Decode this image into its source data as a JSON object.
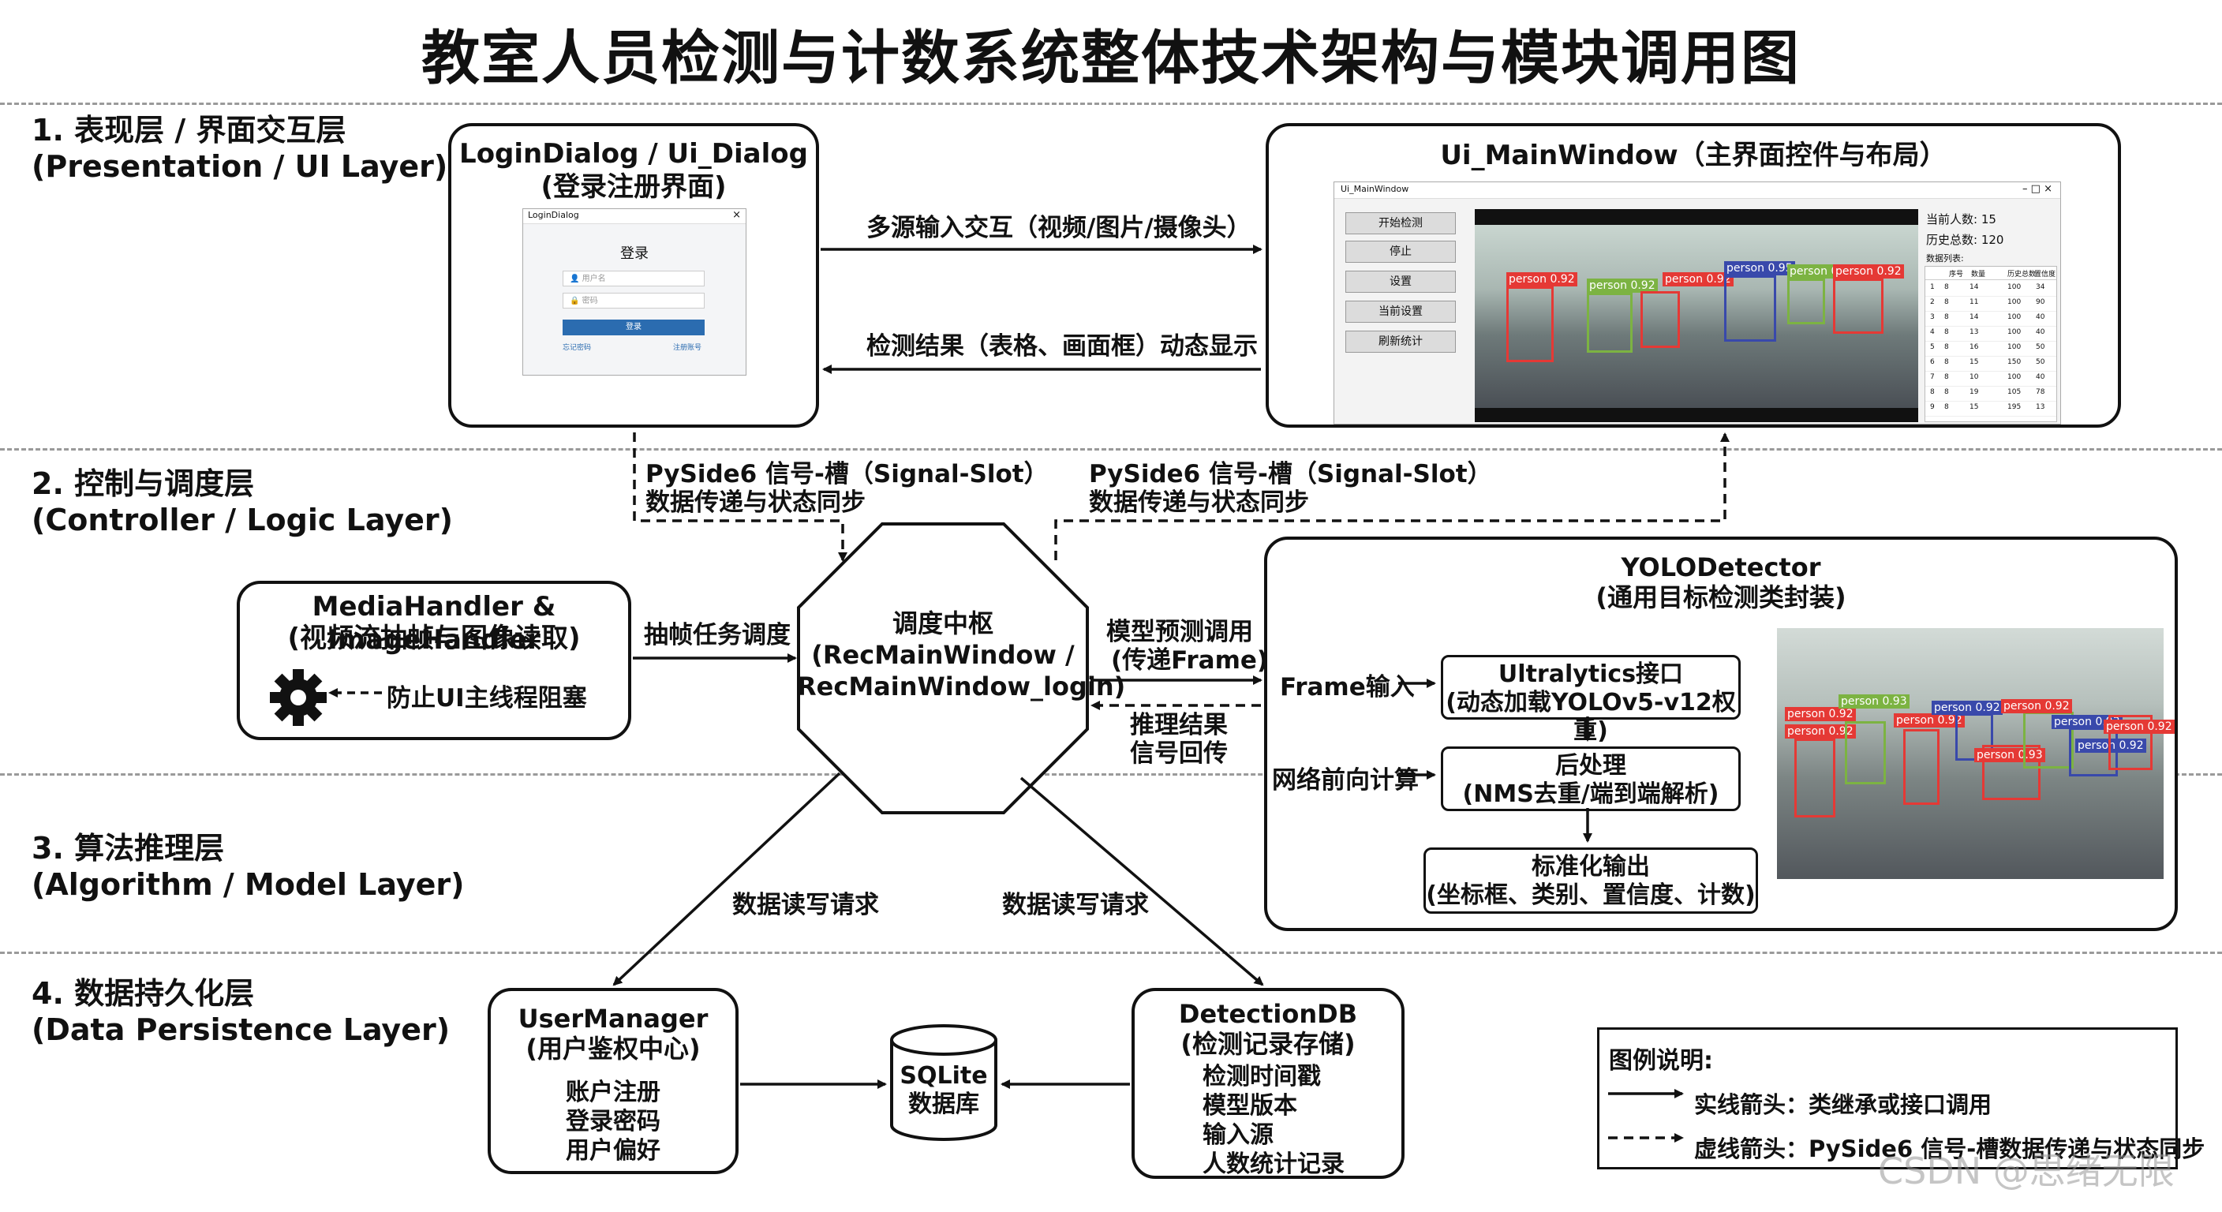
{
  "title": "教室人员检测与计数系统整体技术架构与模块调用图",
  "layers": [
    {
      "name": "1. 表现层 / 界面交互层",
      "en": "(Presentation / UI Layer)"
    },
    {
      "name": "2. 控制与调度层",
      "en": "(Controller / Logic Layer)"
    },
    {
      "name": "3. 算法推理层",
      "en": "(Algorithm / Model Layer)"
    },
    {
      "name": "4. 数据持久化层",
      "en": "(Data Persistence Layer)"
    }
  ],
  "login_box": {
    "title1": "LoginDialog / Ui_Dialog",
    "title2": "(登录注册界面)",
    "mock": {
      "window_title": "LoginDialog",
      "close": "×",
      "heading": "登录",
      "username_placeholder": "用户名",
      "password_placeholder": "密码",
      "login_button": "登录",
      "link_left": "忘记密码",
      "link_right": "注册账号"
    }
  },
  "main_window_box": {
    "title": "Ui_MainWindow（主界面控件与布局）",
    "mock": {
      "window_title": "Ui_MainWindow",
      "controls": "–   □   ×",
      "buttons": [
        "开始检测",
        "停止",
        "设置",
        "当前设置",
        "刷新统计"
      ],
      "current_count": "当前人数: 15",
      "history_total": "历史总数: 120",
      "table_title": "数据列表:",
      "table_headers": [
        "序号",
        "数量",
        "历史总数",
        "置信度"
      ],
      "table_rows": [
        [
          "1",
          "8",
          "14",
          "100",
          "34"
        ],
        [
          "2",
          "8",
          "11",
          "100",
          "90"
        ],
        [
          "3",
          "8",
          "14",
          "100",
          "40"
        ],
        [
          "4",
          "8",
          "13",
          "100",
          "40"
        ],
        [
          "5",
          "8",
          "16",
          "100",
          "50"
        ],
        [
          "6",
          "8",
          "15",
          "150",
          "50"
        ],
        [
          "7",
          "8",
          "10",
          "100",
          "40"
        ],
        [
          "8",
          "8",
          "19",
          "105",
          "78"
        ],
        [
          "9",
          "8",
          "15",
          "195",
          "13"
        ]
      ]
    }
  },
  "arrows": {
    "multi_input": "多源输入交互（视频/图片/摄像头）",
    "result_display": "检测结果（表格、画面框）动态显示",
    "signal_left_1": "PySide6 信号-槽（Signal-Slot）",
    "signal_left_2": "数据传递与状态同步",
    "signal_right_1": "PySide6 信号-槽（Signal-Slot）",
    "signal_right_2": "数据传递与状态同步",
    "frame_task": "抽帧任务调度",
    "model_call_1": "模型预测调用",
    "model_call_2": "(传递Frame)",
    "infer_result_1": "推理结果",
    "infer_result_2": "信号回传",
    "db_rw_left": "数据读写请求",
    "db_rw_right": "数据读写请求",
    "prevent_block": "防止UI主线程阻塞"
  },
  "media_box": {
    "title1": "MediaHandler & ImageHandler",
    "title2": "(视频流抽帧与图像读取)"
  },
  "hub": {
    "line1": "调度中枢",
    "line2": "(RecMainWindow /",
    "line3": "RecMainWindow_login)"
  },
  "yolo_box": {
    "title1": "YOLODetector",
    "title2": "(通用目标检测类封装)",
    "frame_input": "Frame输入",
    "forward": "网络前向计算",
    "ultra1": "Ultralytics接口",
    "ultra2": "(动态加载YOLOv5-v12权重)",
    "post1": "后处理",
    "post2": "(NMS去重/端到端解析)",
    "out1": "标准化输出",
    "out2": "(坐标框、类别、置信度、计数)"
  },
  "detections": {
    "label": "person 0.92",
    "label2": "person 0.93",
    "label3": "person 0.95"
  },
  "user_manager": {
    "title1": "UserManager",
    "title2": "(用户鉴权中心)",
    "items": [
      "账户注册",
      "登录密码",
      "用户偏好"
    ]
  },
  "sqlite": {
    "line1": "SQLite",
    "line2": "数据库"
  },
  "detection_db": {
    "title1": "DetectionDB",
    "title2": "(检测记录存储)",
    "items": [
      "检测时间戳",
      "模型版本",
      "输入源",
      "人数统计记录"
    ]
  },
  "legend": {
    "title": "图例说明:",
    "solid": "实线箭头：类继承或接口调用",
    "dashed": "虚线箭头：PySide6 信号-槽数据传递与状态同步"
  },
  "watermark": "CSDN @思绪无限",
  "colors": {
    "border": "#111111",
    "divider": "#9a9a9a",
    "box_red": "#e53935",
    "box_green": "#7cb342",
    "box_blue": "#3949ab"
  }
}
